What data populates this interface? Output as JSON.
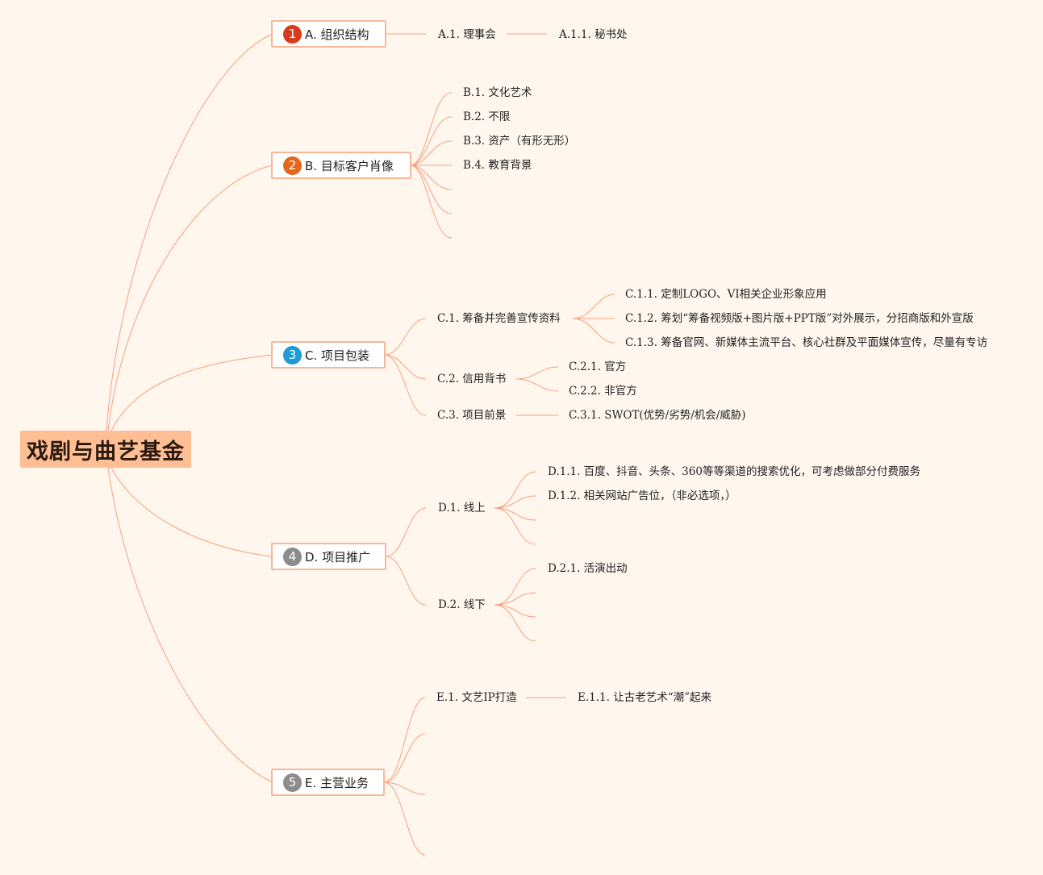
{
  "root": {
    "label": "戏剧与曲艺基金"
  },
  "branches": {
    "a": {
      "num": "1",
      "label": "A. 组织结构",
      "color": "#d93a1a"
    },
    "b": {
      "num": "2",
      "label": "B. 目标客户肖像",
      "color": "#e3661b"
    },
    "c": {
      "num": "3",
      "label": "C. 项目包装",
      "color": "#1e9ad6"
    },
    "d": {
      "num": "4",
      "label": "D. 项目推广",
      "color": "#8c8c8c"
    },
    "e": {
      "num": "5",
      "label": "E. 主营业务",
      "color": "#8c8c8c"
    }
  },
  "nodes": {
    "a1": "A.1. 理事会",
    "a11": "A.1.1. 秘书处",
    "b1": "B.1. 文化艺术",
    "b2": "B.2. 不限",
    "b3": "B.3. 资产（有形无形）",
    "b4": "B.4. 教育背景",
    "c1": "C.1. 筹备并完善宣传资料",
    "c11": "C.1.1. 定制LOGO、VI相关企业形象应用",
    "c12": "C.1.2. 筹划“筹备视频版+图片版+PPT版”对外展示，分招商版和外宣版",
    "c13": "C.1.3. 筹备官网、新媒体主流平台、核心社群及平面媒体宣传，尽量有专访",
    "c2": "C.2. 信用背书",
    "c21": "C.2.1. 官方",
    "c22": "C.2.2. 非官方",
    "c3": "C.3. 项目前景",
    "c31": "C.3.1. SWOT(优势/劣势/机会/威胁)",
    "d1": "D.1. 线上",
    "d11": "D.1.1. 百度、抖音、头条、360等等渠道的搜索优化，可考虑做部分付费服务",
    "d12": "D.1.2. 相关网站广告位，（非必选项，）",
    "d2": "D.2. 线下",
    "d21": "D.2.1. 活演出动",
    "e1": "E.1. 文艺IP打造",
    "e11": "E.1.1. 让古老艺术“潮”起来"
  }
}
